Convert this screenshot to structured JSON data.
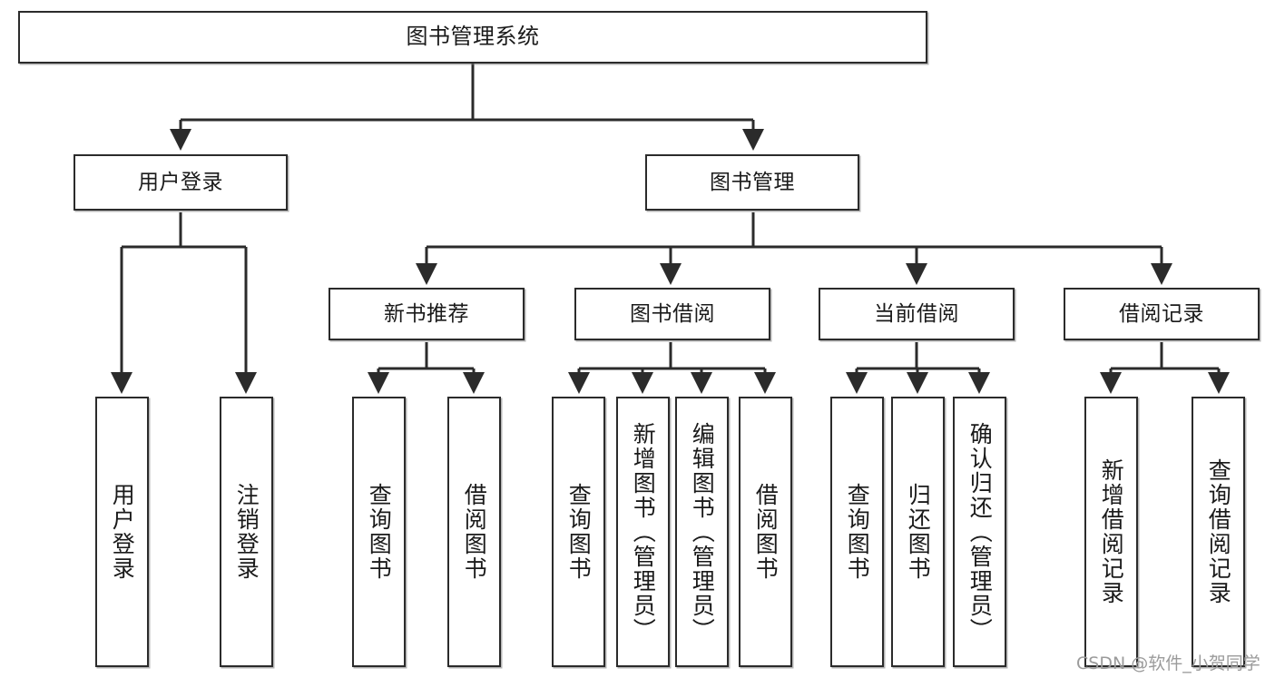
{
  "diagram": {
    "type": "tree",
    "title": "图书管理系统",
    "orientation": "top-down",
    "colors": {
      "node_border": "#2b2b2b",
      "node_fill": "#ffffff",
      "edge": "#2b2b2b",
      "text": "#1a1a1a",
      "watermark": "#9b9b9b"
    },
    "nodes": {
      "root": {
        "label": "图书管理系统"
      },
      "level2": [
        {
          "id": "user-login",
          "label": "用户登录"
        },
        {
          "id": "book-manage",
          "label": "图书管理"
        }
      ],
      "level3": [
        {
          "id": "new-book-rec",
          "label": "新书推荐"
        },
        {
          "id": "book-borrow",
          "label": "图书借阅"
        },
        {
          "id": "current-borrow",
          "label": "当前借阅"
        },
        {
          "id": "borrow-record",
          "label": "借阅记录"
        }
      ],
      "leaves": {
        "user-login": [
          {
            "id": "leaf-user-login",
            "label": "用户登录"
          },
          {
            "id": "leaf-logout-login",
            "label": "注销登录"
          }
        ],
        "new-book-rec": [
          {
            "id": "leaf-query-book-1",
            "label": "查询图书"
          },
          {
            "id": "leaf-borrow-book-1",
            "label": "借阅图书"
          }
        ],
        "book-borrow": [
          {
            "id": "leaf-query-book-2",
            "label": "查询图书"
          },
          {
            "id": "leaf-add-book",
            "label": "新增图书（管理员）"
          },
          {
            "id": "leaf-edit-book",
            "label": "编辑图书（管理员）"
          },
          {
            "id": "leaf-borrow-book-2",
            "label": "借阅图书"
          }
        ],
        "current-borrow": [
          {
            "id": "leaf-query-book-3",
            "label": "查询图书"
          },
          {
            "id": "leaf-return-book",
            "label": "归还图书"
          },
          {
            "id": "leaf-confirm-return",
            "label": "确认归还（管理员）"
          }
        ],
        "borrow-record": [
          {
            "id": "leaf-add-record",
            "label": "新增借阅记录"
          },
          {
            "id": "leaf-query-record",
            "label": "查询借阅记录"
          }
        ]
      }
    },
    "watermark": "CSDN @软件_小贺同学"
  }
}
